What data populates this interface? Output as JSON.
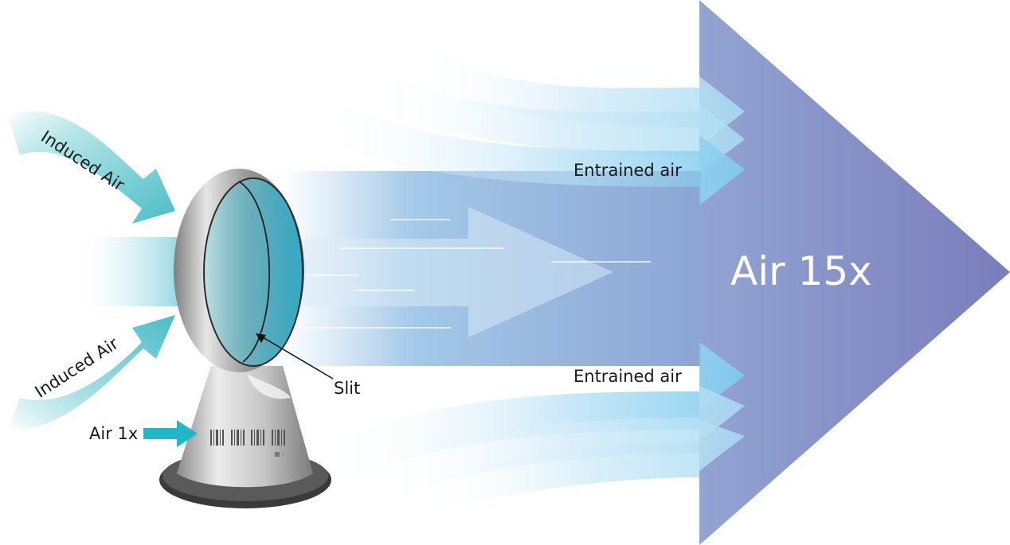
{
  "labels": {
    "induced_air_top": "Induced Air",
    "induced_air_bottom": "Induced Air",
    "entrained_air_top": "Entrained air",
    "entrained_air_bottom": "Entrained air",
    "output": "Air 15x",
    "input": "Air 1x",
    "slit": "Slit"
  },
  "colors": {
    "big_arrow_start": "#a9c4e4",
    "big_arrow_end": "#7d7fbd",
    "stream_light": "#dff0fa",
    "stream_mid": "#8ecfee",
    "induced_teal": "#5ec7cf",
    "input_arrow": "#22b6c8",
    "ring_silver": "#b9b9b9",
    "ring_inner": "#4fb9cf",
    "base_dark": "#3a3a3a"
  },
  "icons": {
    "barcode": "barcode-icon",
    "switch": "power-switch-icon"
  }
}
